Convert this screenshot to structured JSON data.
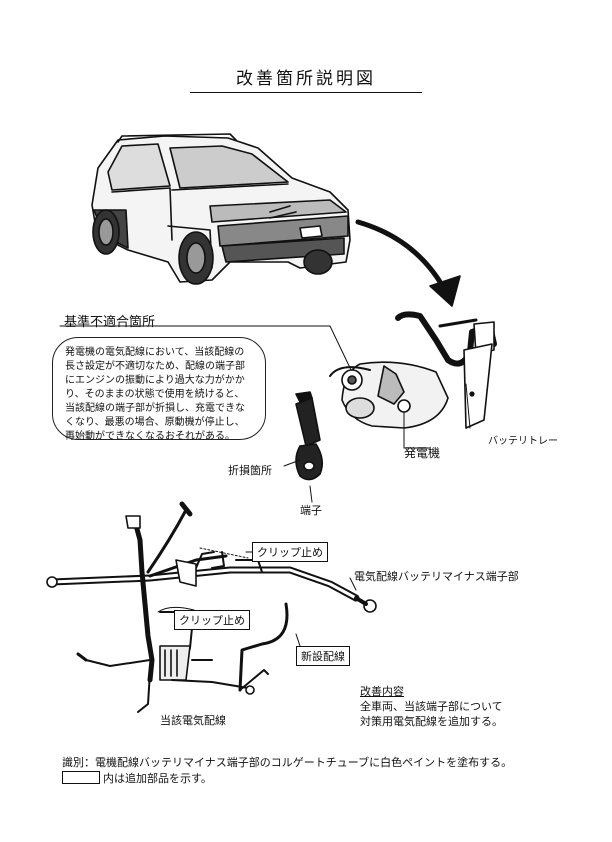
{
  "title": "改善箇所説明図",
  "nonconformity_heading": "基準不適合箇所",
  "description_lines": [
    "発電機の電気配線において、当該配線の",
    "長さ設定が不適切なため、配線の端子部",
    "にエンジンの振動により過大な力がかか",
    "り、そのままの状態で使用を続けると、",
    "当該配線の端子部が折損し、充電できな",
    "くなり、最悪の場合、原動機が停止し、",
    "再始動ができなくなるおそれがある。"
  ],
  "labels": {
    "battery_tray": "バッテリトレー",
    "generator": "発電機",
    "break_point": "折損箇所",
    "terminal": "端子",
    "clip_top": "クリップ止め",
    "clip_middle": "クリップ止め",
    "battery_negative": "電気配線バッテリマイナス端子部",
    "new_wiring": "新設配線",
    "existing_wiring": "当該電気配線"
  },
  "improvement": {
    "heading": "改善内容",
    "lines": [
      "全車両、当該端子部について",
      "対策用電気配線を追加する。"
    ]
  },
  "footer": {
    "identification": "識別：電機配線バッテリマイナス端子部のコルゲートチューブに白色ペイントを塗布する。",
    "legend": "内は追加部品を示す。"
  }
}
